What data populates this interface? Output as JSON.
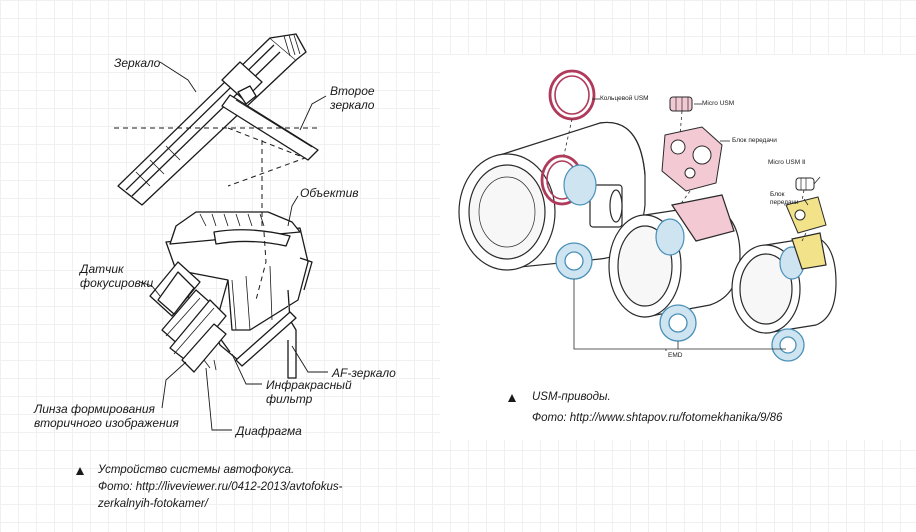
{
  "left_diagram": {
    "labels": {
      "mirror": "Зеркало",
      "second_mirror": "Второе\nзеркало",
      "lens": "Объектив",
      "focus_sensor": "Датчик\nфокусировки",
      "af_mirror": "AF-зеркало",
      "ir_filter": "Инфракрасный\nфильтр",
      "secondary_lens": "Линза формирования\nвторичного изображения",
      "aperture": "Диафрагма"
    },
    "caption": {
      "title": "Устройство системы автофокуса.",
      "source": "Фото: http://liveviewer.ru/0412-2013/avtofokus-zerkalnyih-fotokamer/"
    }
  },
  "right_diagram": {
    "labels": {
      "ring_usm": "Кольцевой USM",
      "micro_usm": "Micro USM",
      "gear_block_1": "Блок передачи",
      "micro_usm_2": "Micro USM Ⅱ",
      "gear_block_2": "Блок\nпередачи",
      "emd": "EMD"
    },
    "caption": {
      "title": "USM-приводы.",
      "source": "Фото: http://www.shtapov.ru/fotomekhanika/9/86"
    },
    "colors": {
      "ring_usm": "#b03a5b",
      "usm_fill": "#f3c9d3",
      "emd": "#4a90b8",
      "emd_fill": "#cfe4f1"
    }
  }
}
